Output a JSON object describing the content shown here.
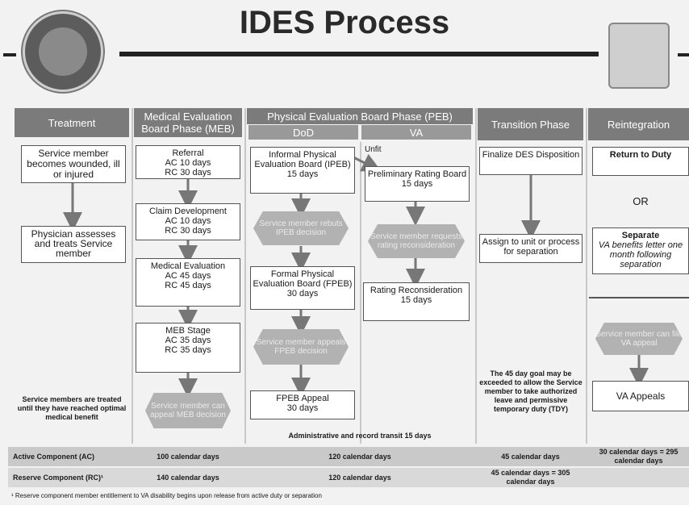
{
  "title": "IDES Process",
  "footnote": "¹ Reserve component member entitlement to VA disability begins upon release from active duty or separation",
  "columns": {
    "treatment": {
      "header": "Treatment",
      "box1": "Service member becomes wounded, ill or injured",
      "box2": "Physician assesses and treats Service member",
      "note": "Service members are treated until they have reached optimal medical benefit"
    },
    "meb": {
      "header": "Medical Evaluation Board Phase (MEB)",
      "boxes": [
        "Referral\nAC  10 days\nRC  30 days",
        "Claim Development\nAC  10 days\nRC  30 days",
        "Medical Evaluation\nAC  45 days\nRC  45 days",
        "MEB Stage\nAC  35 days\nRC  35 days"
      ],
      "hex": "Service member can appeal MEB decision"
    },
    "peb": {
      "header": "Physical Evaluation Board Phase (PEB)",
      "dod_label": "DoD",
      "va_label": "VA",
      "unfit_label": "Unfit",
      "dod_boxes": [
        "Informal Physical Evaluation Board (IPEB)\n15 days",
        "Formal Physical Evaluation Board (FPEB)\n30 days",
        "FPEB Appeal\n30 days"
      ],
      "dod_hex": [
        "Service member rebuts IPEB decision",
        "Service member appeals FPEB decision"
      ],
      "va_boxes": [
        "Preliminary Rating Board\n15 days",
        "Rating Reconsideration\n15 days"
      ],
      "va_hex": "Service member requests rating reconsideration",
      "transit_note": "Administrative and record transit 15 days"
    },
    "transition": {
      "header": "Transition Phase",
      "box1": "Finalize DES Disposition",
      "box2": "Assign to unit or process for separation",
      "note": "The 45 day goal may be exceeded to allow the Service member to take authorized leave and permissive temporary duty (TDY)"
    },
    "reintegration": {
      "header": "Reintegration",
      "box1": "Return to Duty",
      "or_label": "OR",
      "box2_title": "Separate",
      "box2_text": "VA benefits letter one month following separation",
      "hex": "Service member can file VA appeal",
      "box3": "VA Appeals"
    }
  },
  "summary": {
    "ac": {
      "label": "Active Component (AC)",
      "meb": "100 calendar days",
      "peb": "120 calendar days",
      "transition": "45 calendar days",
      "reintegration": "30 calendar days = 295 calendar days"
    },
    "rc": {
      "label": "Reserve Component (RC)¹",
      "meb": "140 calendar days",
      "peb": "120 calendar days",
      "transition": "45 calendar days = 305 calendar days",
      "reintegration": ""
    }
  }
}
